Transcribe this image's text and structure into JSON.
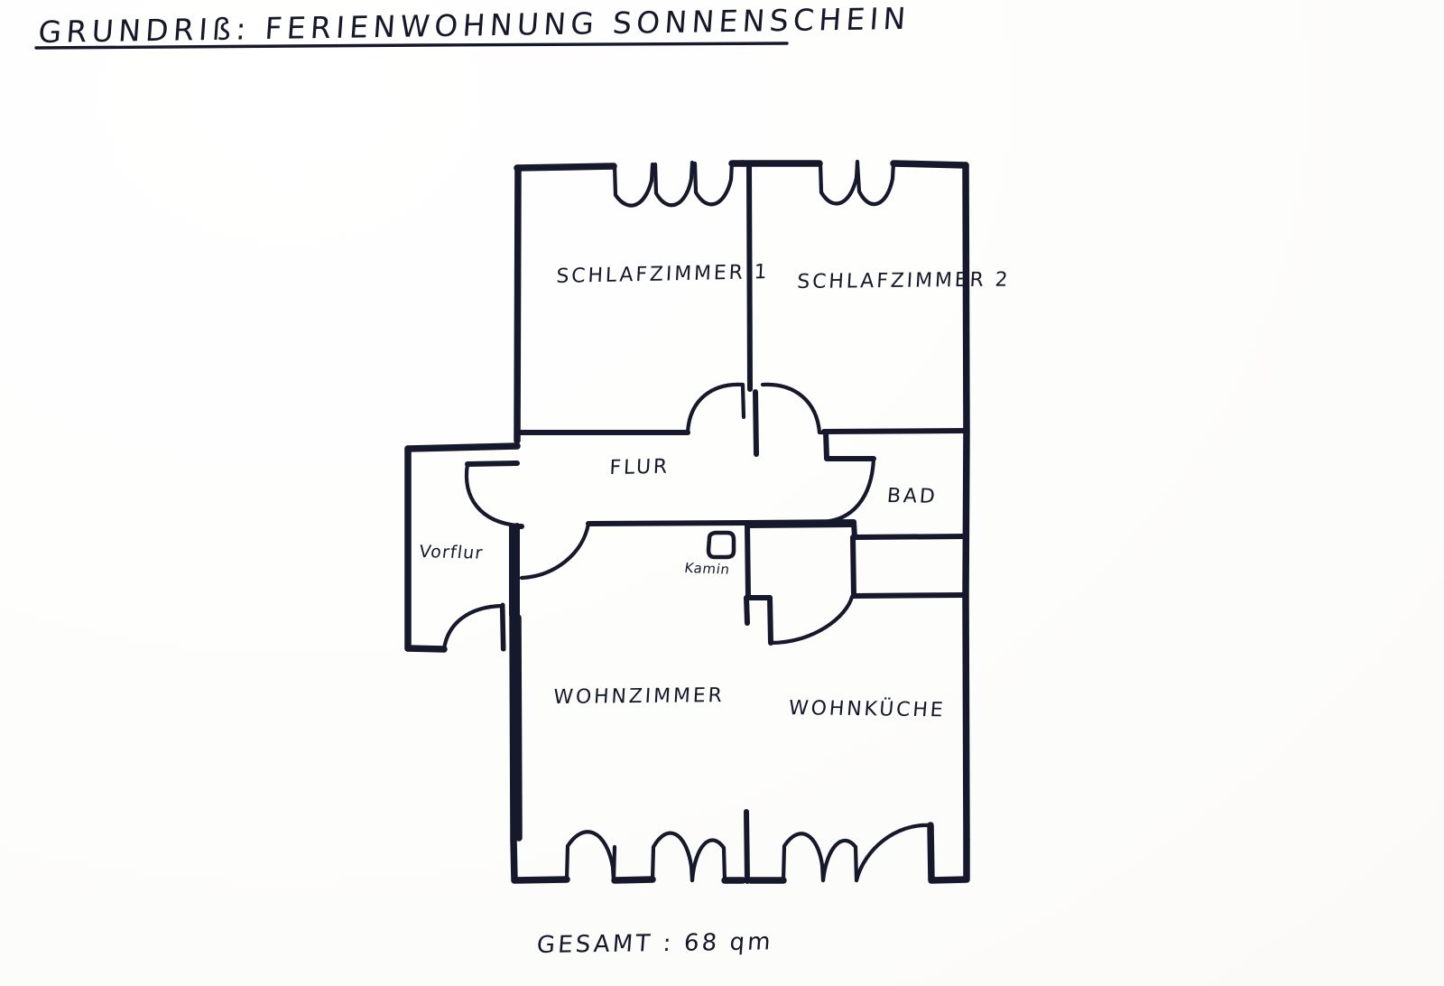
{
  "document": {
    "title": "GRUNDRIß: FERIENWOHNUNG SONNENSCHEIN",
    "total_label": "GESAMT : 68 qm",
    "ink_color": "#16182b",
    "paper_color": "#fefefe"
  },
  "rooms": [
    {
      "key": "schlafzimmer_1",
      "label": "SCHLAFZIMMER 1"
    },
    {
      "key": "schlafzimmer_2",
      "label": "SCHLAFZIMMER 2"
    },
    {
      "key": "flur",
      "label": "FLUR"
    },
    {
      "key": "bad",
      "label": "BAD"
    },
    {
      "key": "vorflur",
      "label": "Vorflur"
    },
    {
      "key": "wohnzimmer",
      "label": "WOHNZIMMER"
    },
    {
      "key": "wohnkueche",
      "label": "WOHNKÜCHE"
    }
  ],
  "features": [
    {
      "key": "kamin",
      "label": "Kamin",
      "symbol": "fireplace-square"
    }
  ]
}
